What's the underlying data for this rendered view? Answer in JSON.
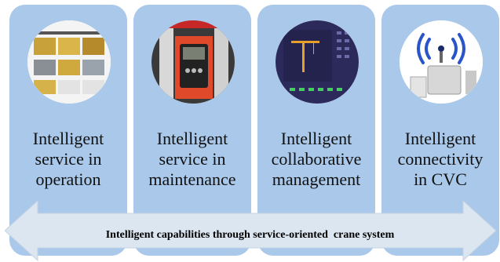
{
  "cards": [
    {
      "lines": [
        "Intelligent",
        "service in",
        "operation"
      ],
      "image": "service-app-screens-image"
    },
    {
      "lines": [
        "Intelligent",
        "service in",
        "maintenance"
      ],
      "image": "control-panel-device-image"
    },
    {
      "lines": [
        "Intelligent",
        "collaborative",
        "management"
      ],
      "image": "crane-monitoring-screen-image"
    },
    {
      "lines": [
        "Intelligent",
        "connectivity",
        "in CVC"
      ],
      "image": "wireless-hoist-image"
    }
  ],
  "banner": {
    "text": "Intelligent capabilities through service-oriented  crane system"
  },
  "colors": {
    "card": "#a9c8ea",
    "arrow": "#dce6f1"
  }
}
